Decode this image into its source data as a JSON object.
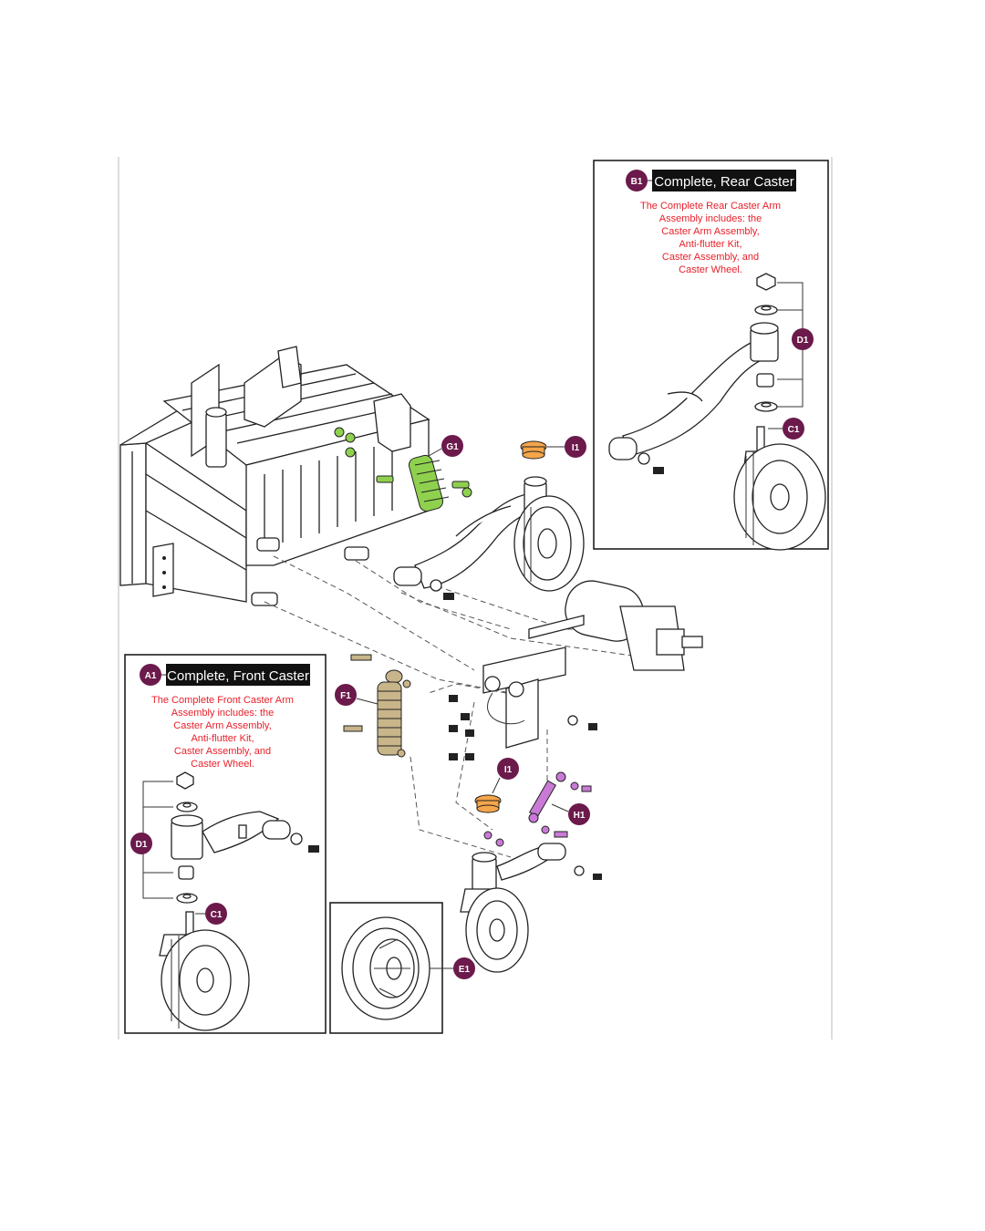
{
  "badges": {
    "b1": "B1",
    "a1": "A1",
    "d1_rear": "D1",
    "c1_rear": "C1",
    "g1": "G1",
    "i1_top": "I1",
    "f1": "F1",
    "i1_mid": "I1",
    "h1": "H1",
    "d1_front": "D1",
    "c1_front": "C1",
    "e1": "E1"
  },
  "rear_box": {
    "title": "Complete, Rear Caster",
    "note_lines": [
      "The Complete Rear Caster Arm",
      "Assembly includes: the",
      "Caster Arm Assembly,",
      "Anti-flutter Kit,",
      "Caster Assembly, and",
      "Caster Wheel."
    ]
  },
  "front_box": {
    "title": "Complete, Front Caster",
    "note_lines": [
      "The Complete Front Caster Arm",
      "Assembly includes: the",
      "Caster Arm Assembly,",
      "Anti-flutter Kit,",
      "Caster Assembly, and",
      "Caster Wheel."
    ]
  },
  "colors": {
    "badge": "#6b1a4b",
    "note_text": "#e8202a",
    "shock_green": "#8fd14f",
    "shock_tan": "#c8b58a",
    "cap_orange": "#f5a54a",
    "link_magenta": "#c97ad6"
  }
}
